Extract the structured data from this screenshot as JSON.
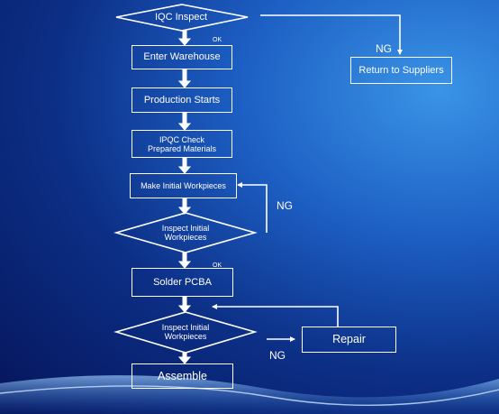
{
  "colors": {
    "background_dark": "#06145a",
    "background_light": "#3a94e6",
    "line": "#ffffff"
  },
  "flow": {
    "iqc_inspect": "IQC Inspect",
    "ok_1": "OK",
    "enter_warehouse": "Enter Warehouse",
    "production_starts": "Production Starts",
    "ipqc_check": "IPQC Check Prepared Materials",
    "make_initial_workpieces": "Make Initial Workpieces",
    "inspect_initial_workpieces_1": "Inspect Initial Workpieces",
    "ok_2": "OK",
    "solder_pcba": "Solder PCBA",
    "inspect_initial_workpieces_2": "Inspect Initial Workpieces",
    "assemble": "Assemble",
    "return_to_suppliers": "Return to Suppliers",
    "repair": "Repair",
    "ng_1": "NG",
    "ng_2": "NG",
    "ng_3": "NG"
  }
}
